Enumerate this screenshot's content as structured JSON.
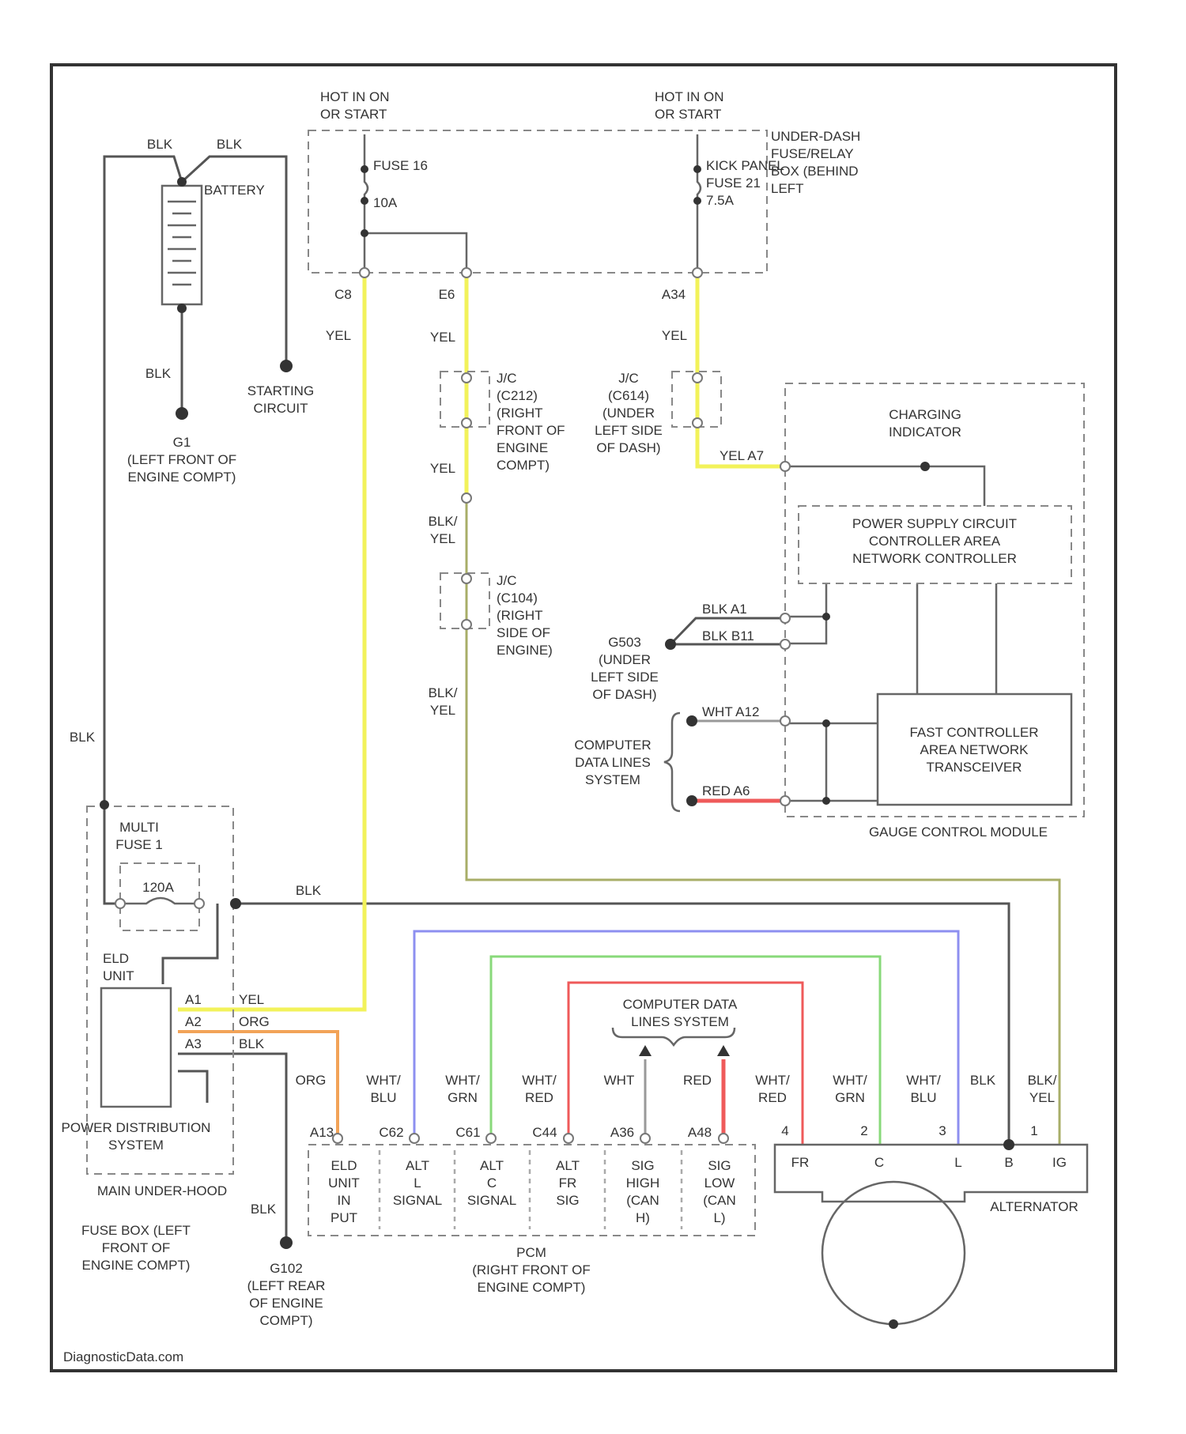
{
  "labels": {
    "hot_run_start_left": [
      "HOT IN ON",
      "OR START"
    ],
    "hot_run_start_right": [
      "HOT IN ON",
      "OR START"
    ],
    "under_dash_box": [
      "UNDER-DASH",
      "FUSE/RELAY",
      "BOX (BEHIND",
      "LEFT"
    ],
    "fuse_16": "FUSE 16",
    "fuse_16_amp": "10A",
    "fuse_21": [
      "KICK PANEL",
      "FUSE 21",
      "7.5A"
    ],
    "battery": "BATTERY",
    "blk_top_1": "BLK",
    "blk_top_2": "BLK",
    "blk_left": "BLK",
    "blk_vertical": "BLK",
    "starting_circuit": [
      "STARTING",
      "CIRCUIT"
    ],
    "g1": [
      "G1",
      "(LEFT FRONT OF",
      "ENGINE COMPT)"
    ],
    "pin_c8": "C8",
    "pin_e6": "E6",
    "pin_a34": "A34",
    "yel_1": "YEL",
    "yel_2": "YEL",
    "yel_3": "YEL",
    "yel_4": "YEL",
    "c212": [
      "J/C",
      "(C212)",
      "(RIGHT",
      "FRONT OF",
      "ENGINE",
      "COMPT)"
    ],
    "c614": [
      "J/C",
      "(C614)",
      "(UNDER",
      "LEFT SIDE",
      "OF DASH)"
    ],
    "c104": [
      "J/C",
      "(C104)",
      "(RIGHT",
      "SIDE OF",
      "ENGINE)"
    ],
    "blk_yel_1": [
      "BLK/",
      "YEL"
    ],
    "blk_yel_2": [
      "BLK/",
      "YEL"
    ],
    "yel_a7": "YEL A7",
    "charging_indicator": [
      "CHARGING",
      "INDICATOR"
    ],
    "power_supply": [
      "POWER SUPPLY CIRCUIT",
      "CONTROLLER AREA",
      "NETWORK CONTROLLER"
    ],
    "blk_a1": "BLK  A1",
    "blk_b11": "BLK  B11",
    "g503": [
      "G503",
      "(UNDER",
      "LEFT SIDE",
      "OF DASH)"
    ],
    "computer_data_lines": [
      "COMPUTER",
      "DATA LINES",
      "SYSTEM"
    ],
    "wht_a12": "WHT  A12",
    "red_a6": "RED  A6",
    "fast_can": [
      "FAST CONTROLLER",
      "AREA NETWORK",
      "TRANSCEIVER"
    ],
    "gauge_control_module": "GAUGE CONTROL MODULE",
    "multi_fuse": [
      "MULTI",
      "FUSE 1"
    ],
    "multi_fuse_amp": "120A",
    "blk_main": "BLK",
    "eld_unit": [
      "ELD",
      "UNIT"
    ],
    "eld_pins": [
      "A1",
      "A2",
      "A3"
    ],
    "eld_wires": [
      "YEL",
      "ORG",
      "BLK"
    ],
    "power_distribution": [
      "POWER DISTRIBUTION",
      "SYSTEM"
    ],
    "main_under_hood": "MAIN UNDER-HOOD",
    "fuse_box": [
      "FUSE BOX (LEFT",
      "FRONT OF",
      "ENGINE COMPT)"
    ],
    "blk_g102": "BLK",
    "g102": [
      "G102",
      "(LEFT REAR",
      "OF ENGINE",
      "COMPT)"
    ],
    "computer_data_lines_2": [
      "COMPUTER DATA",
      "LINES SYSTEM"
    ],
    "wire_colors": [
      [
        "ORG"
      ],
      [
        "WHT/",
        "BLU"
      ],
      [
        "WHT/",
        "GRN"
      ],
      [
        "WHT/",
        "RED"
      ],
      [
        "WHT"
      ],
      [
        "RED"
      ],
      [
        "WHT/",
        "RED"
      ],
      [
        "WHT/",
        "GRN"
      ],
      [
        "WHT/",
        "BLU"
      ],
      [
        "BLK"
      ],
      [
        "BLK/",
        "YEL"
      ]
    ],
    "pcm_pins": [
      "A13",
      "C62",
      "C61",
      "C44",
      "A36",
      "A48"
    ],
    "pcm_cells": [
      [
        "ELD",
        "UNIT",
        "IN",
        "PUT"
      ],
      [
        "ALT",
        "L",
        "SIGNAL"
      ],
      [
        "ALT",
        "C",
        "SIGNAL"
      ],
      [
        "ALT",
        "FR",
        "SIG"
      ],
      [
        "SIG",
        "HIGH",
        "(CAN",
        "H)"
      ],
      [
        "SIG",
        "LOW",
        "(CAN",
        "L)"
      ]
    ],
    "pcm": [
      "PCM",
      "(RIGHT FRONT OF",
      "ENGINE COMPT)"
    ],
    "alt_pin_nums": [
      "4",
      "2",
      "3",
      "1"
    ],
    "alt_cells": [
      "FR",
      "C",
      "L",
      "B",
      "IG"
    ],
    "alternator": "ALTERNATOR",
    "watermark": "DiagnosticData.com"
  },
  "colors": {
    "yellow": "#f2f25a",
    "orange": "#f2a358",
    "blue": "#8d8ff0",
    "green": "#88d97a",
    "red": "#ef5a5a",
    "black_wire": "#555555",
    "blk_yel": "#a8ae68"
  }
}
